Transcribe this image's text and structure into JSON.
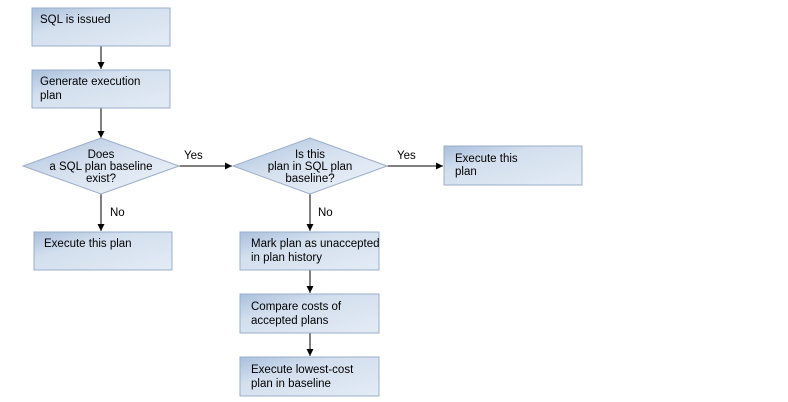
{
  "colors": {
    "box_fill_light": "#e3ebf5",
    "box_fill_dark": "#a9bfdc",
    "border": "#9aaecb",
    "line": "#000000"
  },
  "nodes": {
    "sql_issued": {
      "line1": "SQL is issued"
    },
    "generate_plan": {
      "line1": "Generate execution",
      "line2": "plan"
    },
    "baseline_exists": {
      "line1": "Does",
      "line2": "a SQL plan baseline",
      "line3": "exist?"
    },
    "execute_plan_left": {
      "line1": "Execute this plan"
    },
    "plan_in_baseline": {
      "line1": "Is this",
      "line2": "plan in SQL plan",
      "line3": "baseline?"
    },
    "execute_plan_right": {
      "line1": "Execute this",
      "line2": "plan"
    },
    "mark_unaccepted": {
      "line1": "Mark plan as unaccepted",
      "line2": "in plan history"
    },
    "compare_costs": {
      "line1": "Compare costs of",
      "line2": "accepted plans"
    },
    "execute_lowest": {
      "line1": "Execute lowest-cost",
      "line2": "plan in baseline"
    }
  },
  "edges": {
    "yes_1": "Yes",
    "no_1": "No",
    "yes_2": "Yes",
    "no_2": "No"
  }
}
